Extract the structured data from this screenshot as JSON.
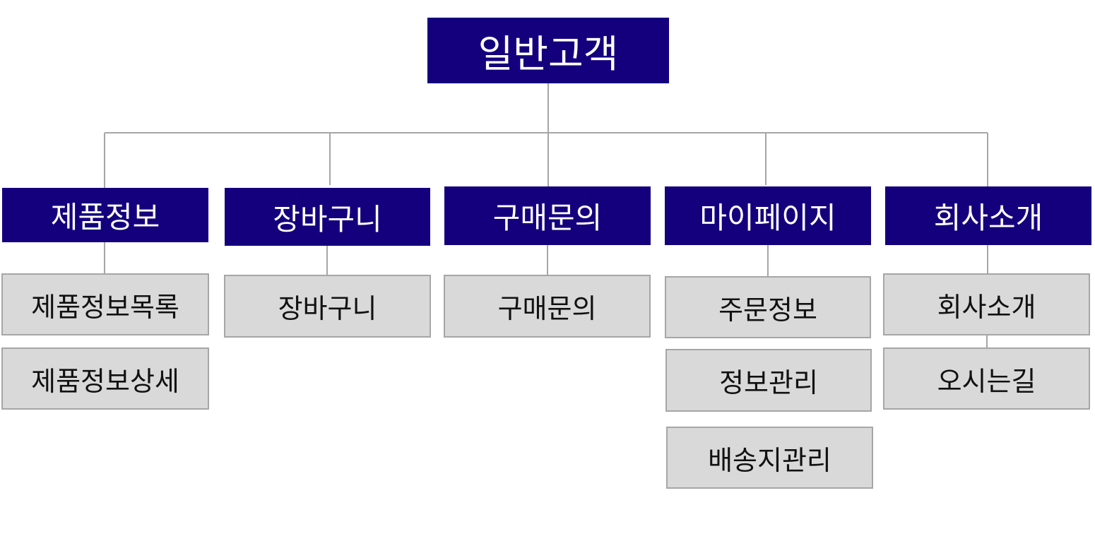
{
  "root": {
    "label": "일반고객"
  },
  "categories": [
    {
      "label": "제품정보",
      "pages": [
        "제품정보목록",
        "제품정보상세"
      ]
    },
    {
      "label": "장바구니",
      "pages": [
        "장바구니"
      ]
    },
    {
      "label": "구매문의",
      "pages": [
        "구매문의"
      ]
    },
    {
      "label": "마이페이지",
      "pages": [
        "주문정보",
        "정보관리",
        "배송지관리"
      ]
    },
    {
      "label": "회사소개",
      "pages": [
        "회사소개",
        "오시는길"
      ]
    }
  ],
  "colors": {
    "header_fill": "#14007d",
    "header_text": "#ffffff",
    "page_fill": "#d9d9d9",
    "page_border": "#a6a6a6",
    "connector": "#a6a6a6"
  }
}
